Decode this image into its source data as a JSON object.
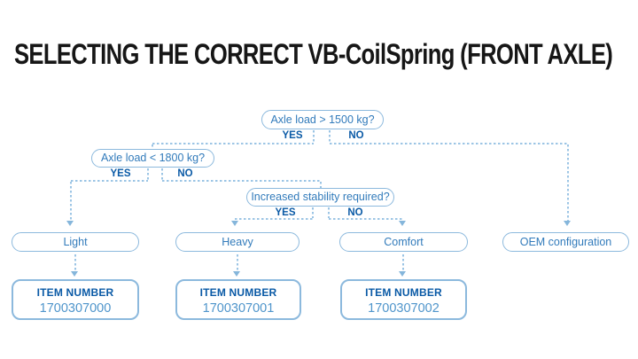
{
  "title": "SELECTING THE CORRECT VB-CoilSpring (FRONT AXLE)",
  "colors": {
    "accent_dark_blue": "#0a5aa6",
    "accent_medium_blue": "#327bbb",
    "item_number_blue": "#4f95cb",
    "box_border_blue": "#8cb9dd",
    "connector_line_blue": "#9cc5e5",
    "title_black": "#161616"
  },
  "flowchart": {
    "decisions": [
      {
        "question": "Axle load > 1500 kg?",
        "yes_label": "YES",
        "no_label": "NO",
        "yes_target": "Axle load < 1800 kg?",
        "no_target": "OEM configuration"
      },
      {
        "question": "Axle load < 1800 kg?",
        "yes_label": "YES",
        "no_label": "NO",
        "yes_target": "Light",
        "no_target": "Increased stability required?"
      },
      {
        "question": "Increased stability required?",
        "yes_label": "YES",
        "no_label": "NO",
        "yes_target": "Heavy",
        "no_target": "Comfort"
      }
    ],
    "outcomes": [
      {
        "label": "Light",
        "item_number_label": "ITEM NUMBER",
        "item_number": "1700307000"
      },
      {
        "label": "Heavy",
        "item_number_label": "ITEM NUMBER",
        "item_number": "1700307001"
      },
      {
        "label": "Comfort",
        "item_number_label": "ITEM NUMBER",
        "item_number": "1700307002"
      },
      {
        "label": "OEM configuration"
      }
    ]
  }
}
